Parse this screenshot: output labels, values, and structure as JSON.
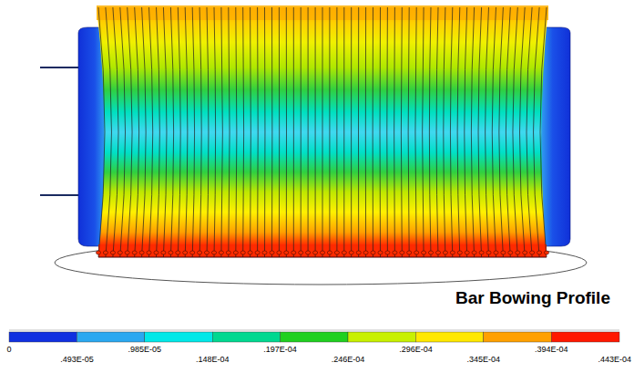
{
  "diagram": {
    "title": "Bar Bowing Profile",
    "labels": [
      "0",
      ".493E-05",
      ".985E-05",
      ".148E-04",
      ".197E-04",
      ".246E-04",
      ".296E-04",
      ".345E-04",
      ".394E-04",
      ".443E-04"
    ]
  }
}
